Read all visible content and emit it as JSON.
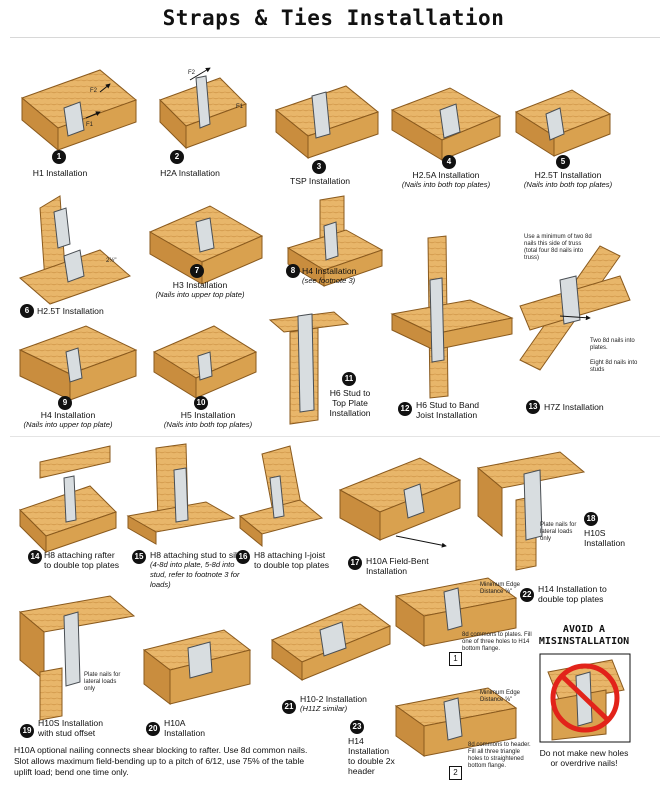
{
  "page": {
    "title": "Straps & Ties Installation"
  },
  "colors": {
    "wood": "#e8b66a",
    "wood_dark": "#c98d3e",
    "wood_line": "#8a5a1e",
    "steel": "#d8dde0",
    "steel_line": "#4a4f54",
    "warn": "#e2231a"
  },
  "items": [
    {
      "num": "1",
      "name": "H1 Installation",
      "note": ""
    },
    {
      "num": "2",
      "name": "H2A Installation",
      "note": ""
    },
    {
      "num": "3",
      "name": "TSP Installation",
      "note": ""
    },
    {
      "num": "4",
      "name": "H2.5A Installation",
      "note": "(Nails into both top plates)"
    },
    {
      "num": "5",
      "name": "H2.5T Installation",
      "note": "(Nails into both top plates)"
    },
    {
      "num": "6",
      "name": "H2.5T Installation",
      "note": ""
    },
    {
      "num": "7",
      "name": "H3 Installation",
      "note": "(Nails into upper top plate)"
    },
    {
      "num": "8",
      "name": "H4 Installation",
      "note": "(see footnote 3)"
    },
    {
      "num": "9",
      "name": "H4 Installation",
      "note": "(Nails into upper top plate)"
    },
    {
      "num": "10",
      "name": "H5 Installation",
      "note": "(Nails into both top plates)"
    },
    {
      "num": "11",
      "name": "H6 Stud to Top Plate Installation",
      "note": ""
    },
    {
      "num": "12",
      "name": "H6 Stud to Band Joist Installation",
      "note": ""
    },
    {
      "num": "13",
      "name": "H7Z Installation",
      "note": ""
    },
    {
      "num": "14",
      "name": "H8 attaching rafter to double top plates",
      "note": ""
    },
    {
      "num": "15",
      "name": "H8 attaching stud to sill",
      "note": "(4-8d into plate, 5-8d into stud, refer to footnote 3 for loads)"
    },
    {
      "num": "16",
      "name": "H8 attaching I-joist to double top plates",
      "note": ""
    },
    {
      "num": "17",
      "name": "H10A Field-Bent Installation",
      "note": ""
    },
    {
      "num": "18",
      "name": "H10S Installation",
      "note": ""
    },
    {
      "num": "19",
      "name": "H10S Installation with stud offset",
      "note": ""
    },
    {
      "num": "20",
      "name": "H10A Installation",
      "note": ""
    },
    {
      "num": "21",
      "name": "H10-2 Installation",
      "note": "(H11Z similar)"
    },
    {
      "num": "22",
      "name": "H14 Installation to double top plates",
      "note": ""
    },
    {
      "num": "23",
      "name": "H14 Installation to double 2x header",
      "note": ""
    }
  ],
  "labels": {
    "f1": "F1",
    "f2": "F2",
    "dim": "2½\"",
    "h7z_note_top": "Use a minimum of two 8d nails this side of truss (total four 8d nails into truss)",
    "h7z_note_plates": "Two 8d nails into plates.",
    "h7z_note_studs": "Eight 8d nails into studs",
    "plate_nails": "Plate nails for lateral loads only",
    "min_edge": "Minimum Edge Distance ⅝\"",
    "h14_note1": "8d commons to plates. Fill one of three holes to H14 bottom flange.",
    "h14_note2": "8d commons to header. Fill all three triangle holes to straightened bottom flange.",
    "box1": "1",
    "box2": "2"
  },
  "avoid": {
    "title": "AVOID A MISINSTALLATION",
    "note": "Do not make new holes or overdrive nails!"
  },
  "footnote": "H10A optional nailing connects shear blocking to rafter. Use 8d common nails. Slot allows maximum field-bending up to a pitch of 6/12, use 75% of the table uplift load; bend one time only."
}
